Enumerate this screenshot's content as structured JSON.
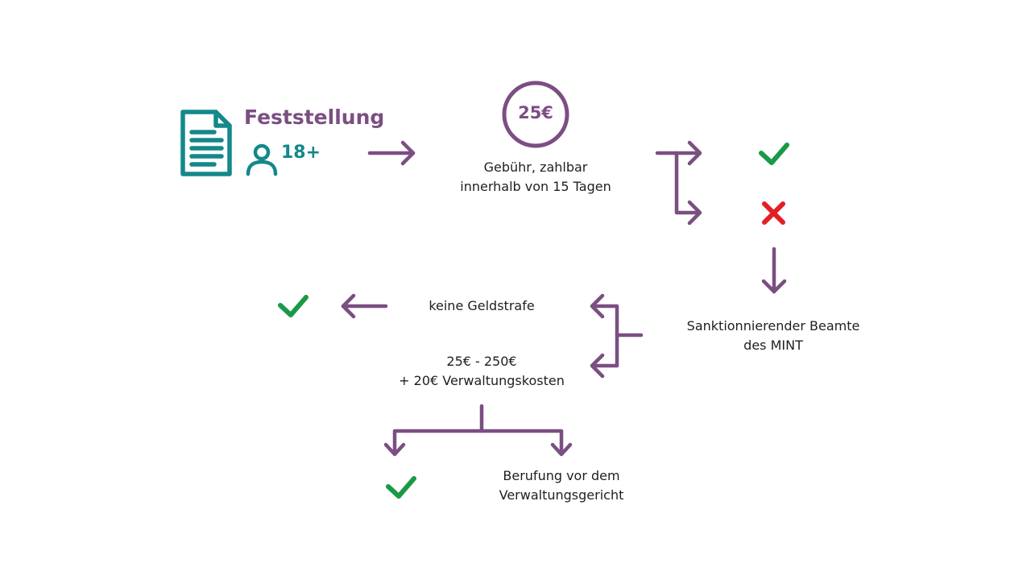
{
  "colors": {
    "accent": "#7b4f82",
    "teal": "#14888a",
    "success": "#1a9a48",
    "error": "#e21f26",
    "text": "#1f1f1f"
  },
  "icons": {
    "document": "document-icon",
    "person": "person-icon",
    "check": "check-icon",
    "cross": "cross-icon"
  },
  "header": {
    "title": "Feststellung",
    "age": "18+"
  },
  "fee": {
    "amount": "25€",
    "line1": "Gebühr, zahlbar",
    "line2": "innerhalb von 15 Tagen"
  },
  "officer": {
    "line1": "Sanktionnierender Beamte",
    "line2": "des MINT"
  },
  "no_fine": {
    "text": "keine Geldstrafe"
  },
  "fine": {
    "line1": "25€ - 250€",
    "line2": "+ 20€ Verwaltungskosten"
  },
  "appeal": {
    "line1": "Berufung vor dem",
    "line2": "Verwaltungsgericht"
  }
}
